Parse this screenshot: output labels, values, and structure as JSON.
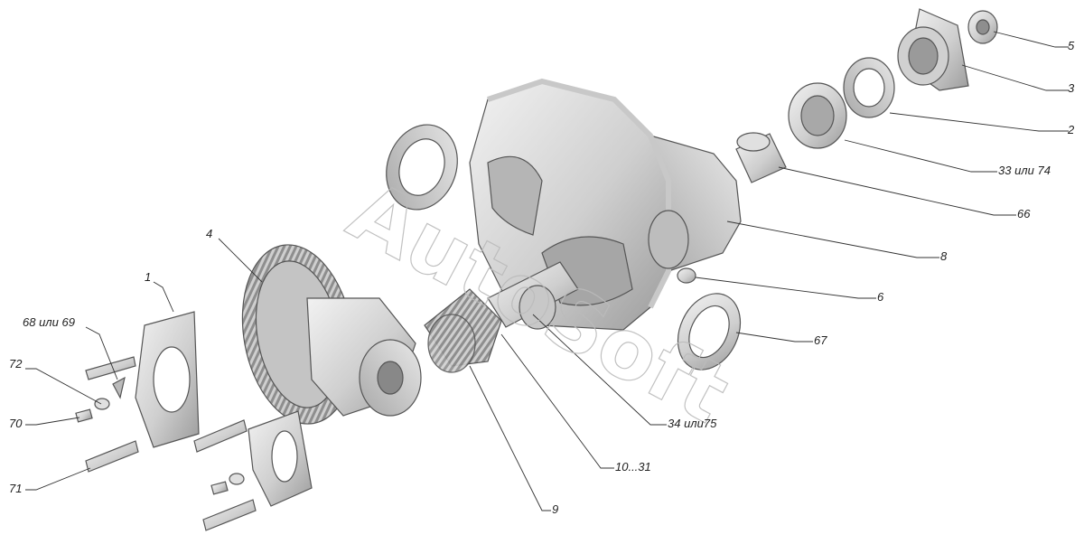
{
  "watermark": "AutoSoft",
  "colors": {
    "part_fill": "#d6d6d6",
    "part_light": "#eeeeee",
    "part_dark": "#9a9a9a",
    "outline": "#555555",
    "leader": "#333333"
  },
  "callouts": [
    {
      "id": "c5",
      "text": "5"
    },
    {
      "id": "c3",
      "text": "3"
    },
    {
      "id": "c2",
      "text": "2"
    },
    {
      "id": "c33",
      "text": "33 или 74"
    },
    {
      "id": "c66",
      "text": "66"
    },
    {
      "id": "c8",
      "text": "8"
    },
    {
      "id": "c6",
      "text": "6"
    },
    {
      "id": "c67",
      "text": "67"
    },
    {
      "id": "c34",
      "text": "34 или75"
    },
    {
      "id": "c10",
      "text": "10...31"
    },
    {
      "id": "c9",
      "text": "9"
    },
    {
      "id": "c4",
      "text": "4"
    },
    {
      "id": "c1",
      "text": "1"
    },
    {
      "id": "c68",
      "text": "68 или 69"
    },
    {
      "id": "c72",
      "text": "72"
    },
    {
      "id": "c70",
      "text": "70"
    },
    {
      "id": "c71",
      "text": "71"
    }
  ]
}
